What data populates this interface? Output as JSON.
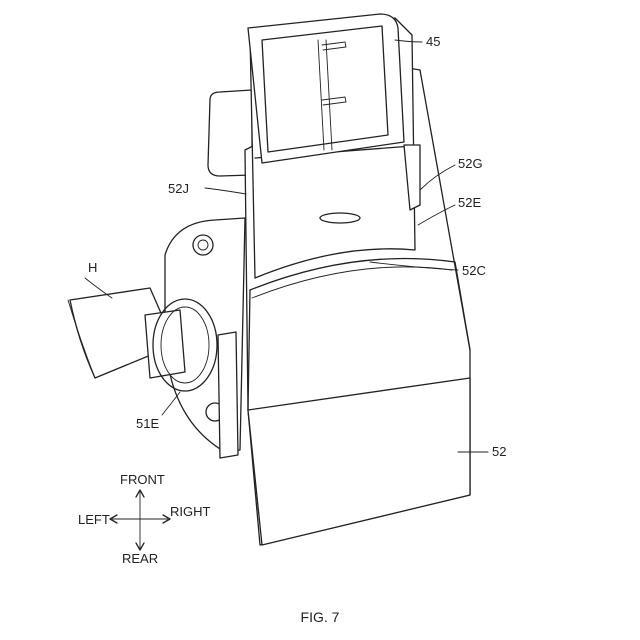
{
  "caption": "FIG. 7",
  "labels": {
    "part_45": "45",
    "part_52G": "52G",
    "part_52E": "52E",
    "part_52J": "52J",
    "part_52C": "52C",
    "part_H": "H",
    "part_51E": "51E",
    "part_52": "52"
  },
  "directions": {
    "front": "FRONT",
    "rear": "REAR",
    "left": "LEFT",
    "right": "RIGHT"
  }
}
